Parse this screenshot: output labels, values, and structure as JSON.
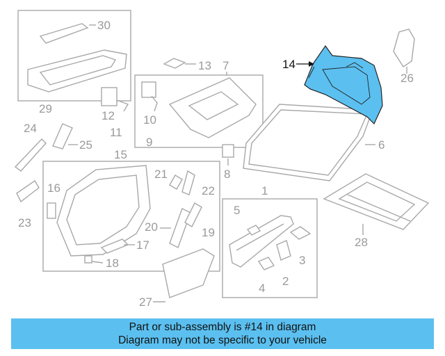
{
  "callouts": {
    "c1": "1",
    "c2": "2",
    "c3": "3",
    "c4": "4",
    "c5": "5",
    "c6": "6",
    "c7": "7",
    "c8": "8",
    "c9": "9",
    "c10": "10",
    "c11": "11",
    "c12": "12",
    "c13": "13",
    "c14": "14",
    "c15": "15",
    "c16": "16",
    "c17": "17",
    "c18": "18",
    "c19": "19",
    "c20": "20",
    "c21": "21",
    "c22": "22",
    "c23": "23",
    "c24": "24",
    "c25": "25",
    "c26": "26",
    "c27": "27",
    "c28": "28",
    "c29": "29",
    "c30": "30"
  },
  "highlight": {
    "part": "14",
    "color": "#5bc0f0"
  },
  "banner": {
    "line1": "Part or sub-assembly is #14 in diagram",
    "line2": "Diagram may not be specific to your vehicle",
    "color": "#5bc0f0"
  }
}
